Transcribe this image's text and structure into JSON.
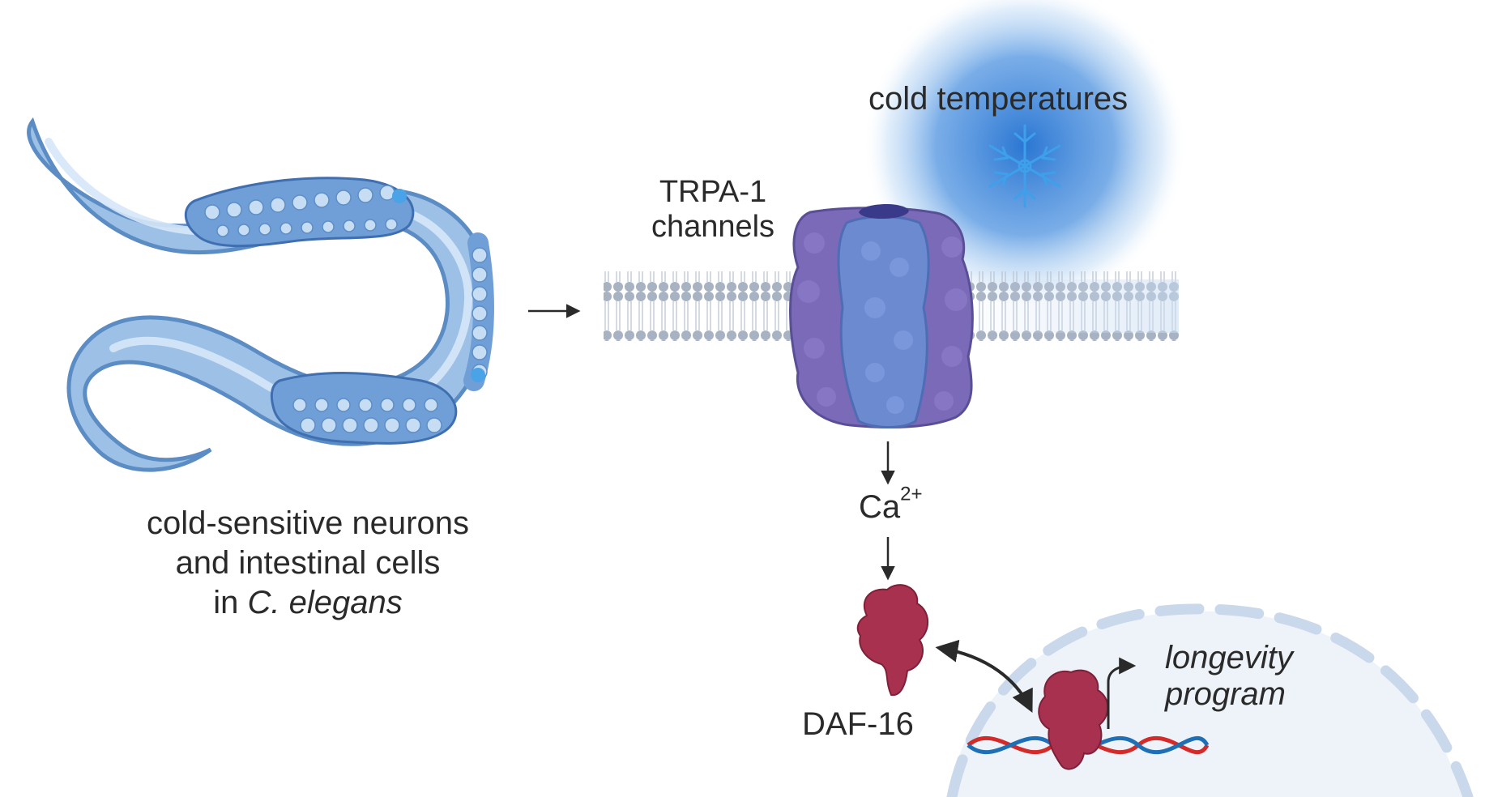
{
  "labels": {
    "cold_temperatures": "cold temperatures",
    "trpa1_line1": "TRPA-1",
    "trpa1_line2": "channels",
    "ca_base": "Ca",
    "ca_charge": "2+",
    "daf16": "DAF-16",
    "longevity_line1": "longevity",
    "longevity_line2": "program",
    "worm_line1": "cold-sensitive neurons",
    "worm_line2": "and intestinal cells",
    "worm_line3_prefix": "in ",
    "worm_line3_italic": "C. elegans"
  },
  "icons": {
    "snowflake": "snowflake-icon",
    "worm": "c-elegans-worm",
    "channel": "trpa1-channel-protein",
    "daf16": "daf16-protein",
    "dna": "dna-helix",
    "nucleus": "nucleus-envelope"
  },
  "colors": {
    "worm_body": "#8fb8e0",
    "worm_outline": "#5b8cc4",
    "worm_gut": "#6f9fd6",
    "cold_glow": "#2f7fd8",
    "snowflake": "#3b9ae0",
    "membrane": "#a9b4c4",
    "channel_outer": "#7a6ab8",
    "channel_inner": "#6c8ad0",
    "channel_top": "#3a3a8a",
    "daf16": "#a8314f",
    "dna_red": "#d32a2a",
    "dna_blue": "#1f6fb5",
    "nucleus_fill": "#eef3f9",
    "nucleus_edge": "#c9d8ea",
    "arrow": "#2a2a2a"
  }
}
